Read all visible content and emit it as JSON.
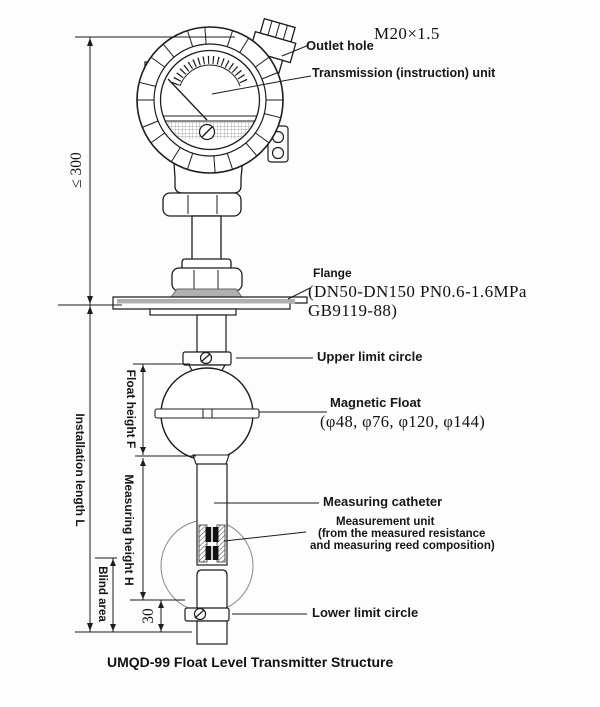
{
  "title": "UMQD-99 Float Level Transmitter Structure",
  "callouts": {
    "outlet_hole": "Outlet hole",
    "thread_spec": "M20×1.5",
    "transmission_unit": "Transmission (instruction) unit",
    "flange": "Flange",
    "flange_spec_line1": "(DN50-DN150  PN0.6-1.6MPa",
    "flange_spec_line2": "GB9119-88)",
    "upper_limit_circle": "Upper limit circle",
    "magnetic_float": "Magnetic Float",
    "float_diameters": "(φ48, φ76,  φ120, φ144)",
    "measuring_catheter": "Measuring catheter",
    "measurement_unit_line1": "Measurement unit",
    "measurement_unit_line2": "(from the measured resistance",
    "measurement_unit_line3": "and measuring reed composition)",
    "lower_limit_circle": "Lower limit circle"
  },
  "dimensions": {
    "top_max_height": "≤ 300",
    "installation_length": "Installation length L",
    "float_height": "Float height F",
    "measuring_height": "Measuring height H",
    "blind_area": "Blind area",
    "bottom_offset": "30"
  },
  "colors": {
    "line": "#1c1c1c",
    "shading": "#b0b0b0",
    "background": "#fdfdfd"
  }
}
